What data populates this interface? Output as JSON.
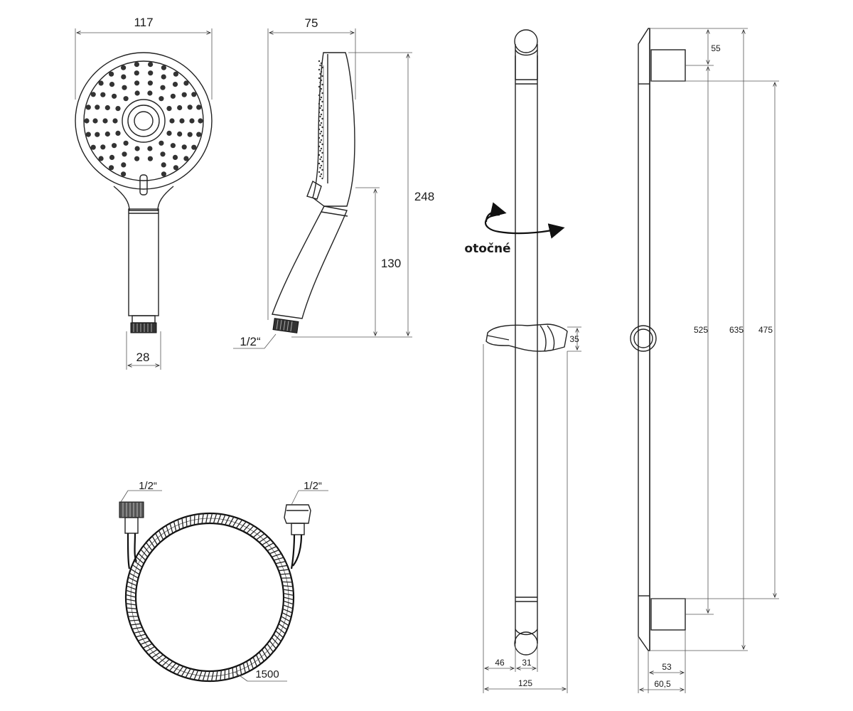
{
  "dimensions": {
    "head_width": "117",
    "head_depth": "75",
    "total_length": "248",
    "handle_length": "130",
    "connector_width": "28",
    "handle_thread": "1/2“",
    "hose_thread_left": "1/2“",
    "hose_thread_right": "1/2“",
    "hose_length": "1500",
    "holder_height": "35",
    "bar_offset": "46",
    "bar_width": "31",
    "holder_depth": "125",
    "bracket_height": "55",
    "inner_span": "525",
    "total_height": "635",
    "adjust_range": "475",
    "bracket_depth": "53",
    "wall_depth": "60,5"
  },
  "labels": {
    "rotation": "otočné"
  },
  "colors": {
    "line": "#222222",
    "background": "#ffffff"
  }
}
